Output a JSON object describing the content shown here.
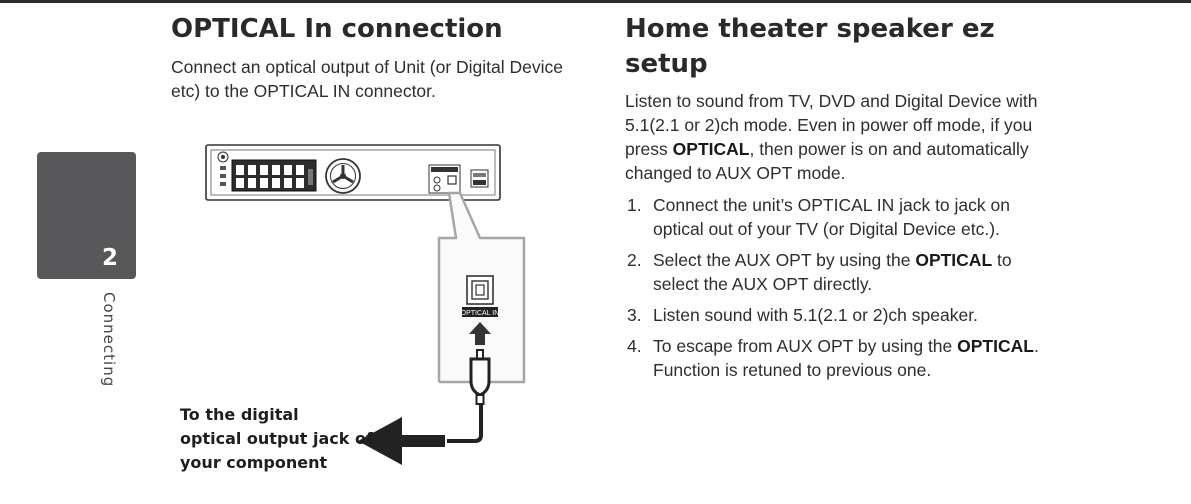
{
  "chapter": {
    "number": "2",
    "label": "Connecting"
  },
  "left": {
    "title": "OPTICAL In connection",
    "description": "Connect an optical output of Unit (or Digital Device etc) to the OPTICAL IN connector.",
    "diagram": {
      "port_label": "OPTICAL IN",
      "caption_lines": [
        "To the digital",
        "optical output jack of",
        "your component"
      ]
    }
  },
  "right": {
    "title": "Home theater speaker ez setup",
    "intro": {
      "part1": "Listen to sound from TV, DVD and Digital Device with 5.1(2.1 or 2)ch mode. Even in power off mode, if you press ",
      "bold": "OPTICAL",
      "part2": ", then power is on and automatically changed to AUX OPT mode."
    },
    "steps": [
      {
        "number": "1.",
        "text_before": "Connect the unit’s OPTICAL IN jack to jack on optical out of your TV (or Digital Device etc.).",
        "bold": "",
        "text_after": ""
      },
      {
        "number": "2.",
        "text_before": "Select the AUX OPT by using the ",
        "bold": "OPTICAL",
        "text_after": " to select the AUX OPT directly."
      },
      {
        "number": "3.",
        "text_before": "Listen sound with 5.1(2.1 or 2)ch speaker.",
        "bold": "",
        "text_after": ""
      },
      {
        "number": "4.",
        "text_before": "To escape from AUX OPT by using the ",
        "bold": "OPTICAL",
        "text_after": ". Function is retuned to previous one."
      }
    ]
  },
  "colors": {
    "tab_background": "#58585a",
    "text": "#2e2e2e",
    "callout_border": "#a6a6a6"
  }
}
